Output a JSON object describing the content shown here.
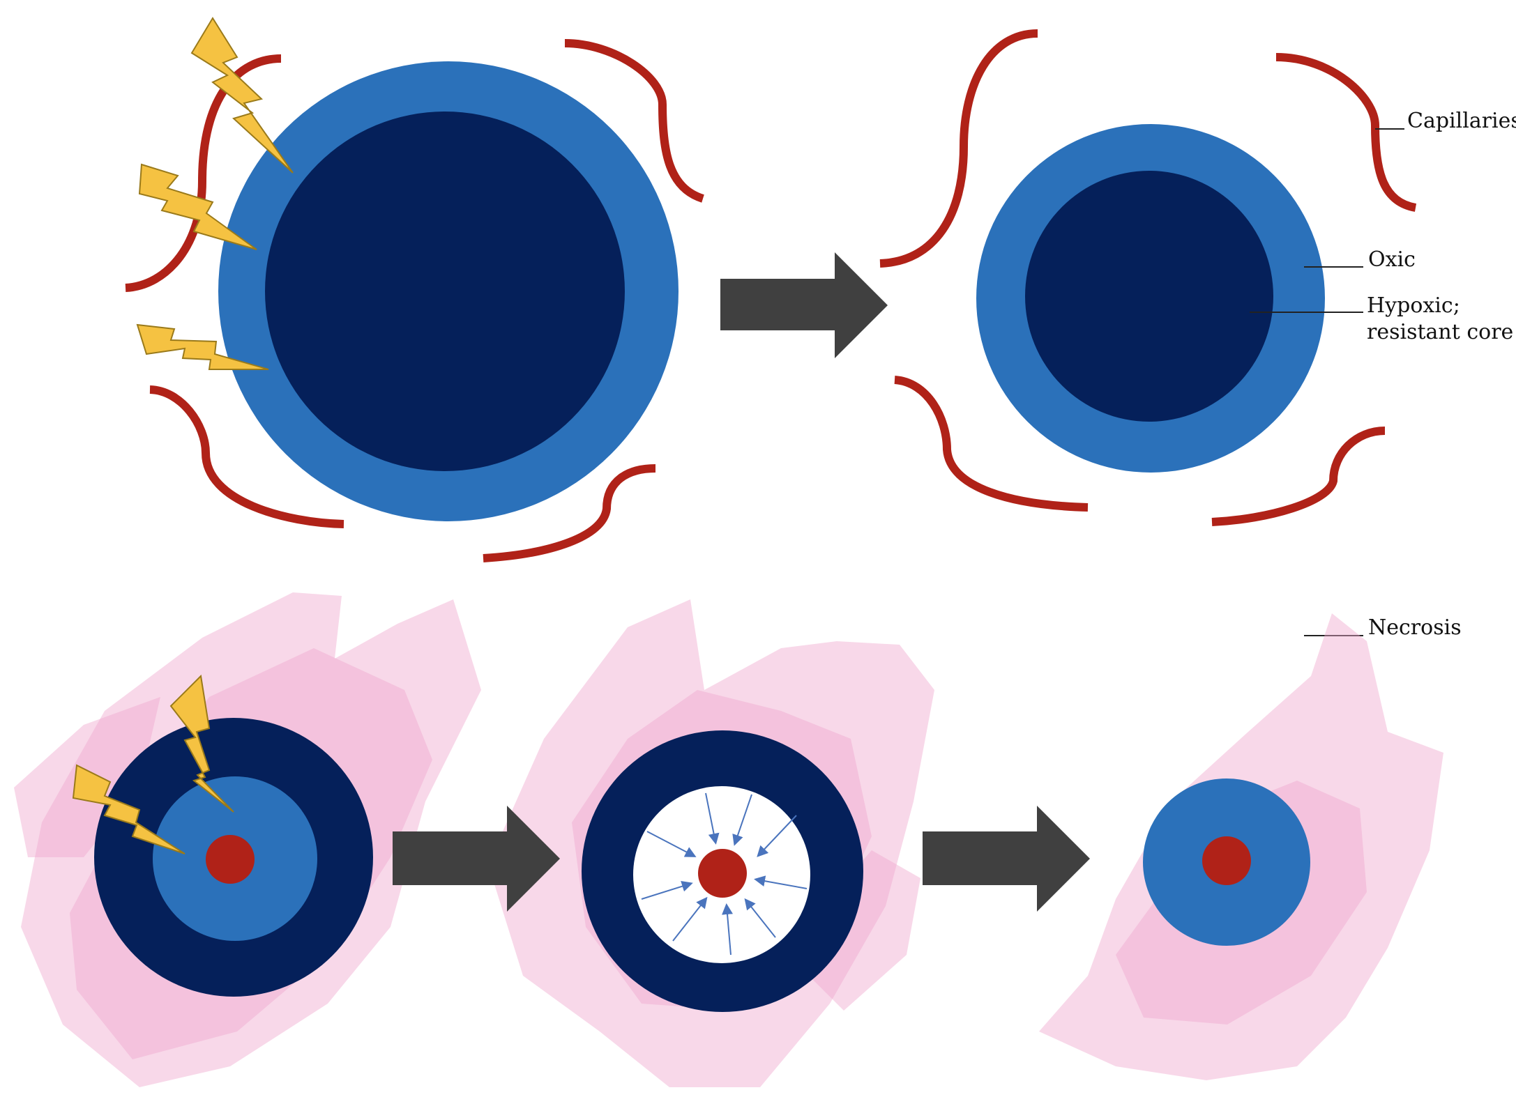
{
  "labels": {
    "capillaries": "Capillaries",
    "oxic": "Oxic",
    "hypoxic_line1": "Hypoxic;",
    "hypoxic_line2": "resistant core",
    "necrosis": "Necrosis"
  },
  "colors": {
    "oxic_layer": "#2B71BA",
    "hypoxic_core": "#05205A",
    "capillary": "#B02218",
    "lightning_fill": "#F5C242",
    "lightning_stroke": "#9A7A1A",
    "arrow": "#404040",
    "necrosis": "#F0A8CE",
    "necrotic_center": "#B02218",
    "inward_arrows": "#4A74BD"
  },
  "icons": [
    "lightning-bolt-icon",
    "block-arrow-right-icon",
    "inward-arrow-icon"
  ]
}
